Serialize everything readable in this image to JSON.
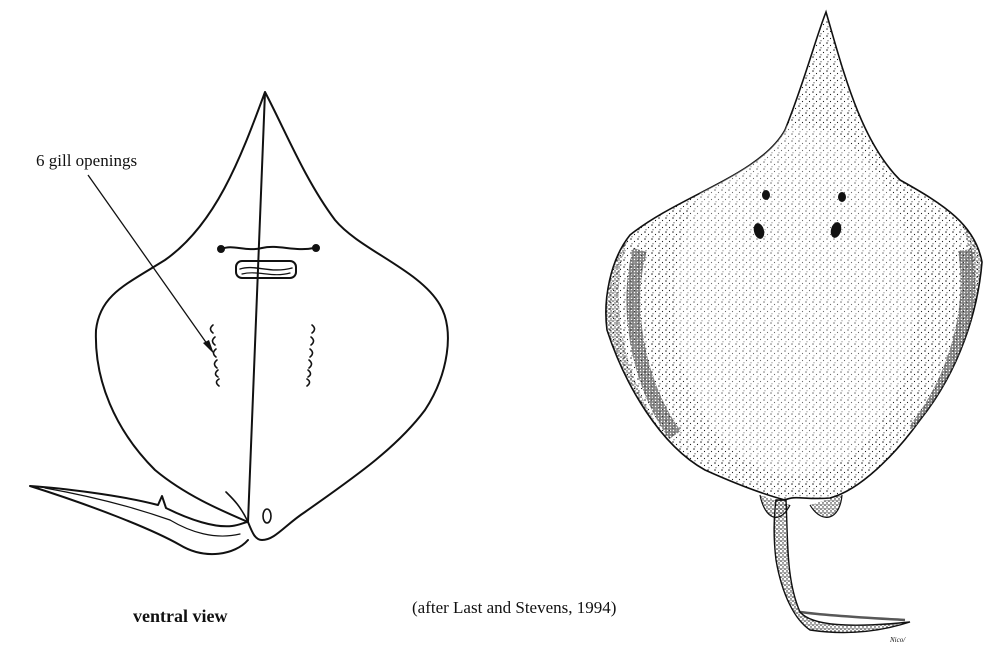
{
  "labels": {
    "gill_openings": "6 gill openings",
    "ventral_view": "ventral view",
    "credit": "(after Last and Stevens, 1994)",
    "signature": "Nico/"
  },
  "colors": {
    "line": "#111111",
    "stipple": "#1a1a1a",
    "background": "#ffffff"
  }
}
